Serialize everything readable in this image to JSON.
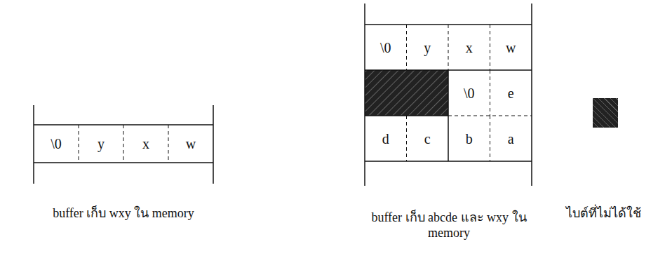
{
  "diagram": {
    "labels": [
      "\\0",
      "y",
      "x",
      "w",
      "buffer เก็บ wxy ใน memory",
      "\\0",
      "y",
      "x",
      "w",
      "\\0",
      "e",
      "d",
      "c",
      "b",
      "a",
      "buffer เก็บ abcde และ wxy ใน memory"
    ],
    "legend": [
      {
        "text": "ไบต์ที่ไม่ได้ใช้",
        "color": "#222222"
      }
    ]
  }
}
